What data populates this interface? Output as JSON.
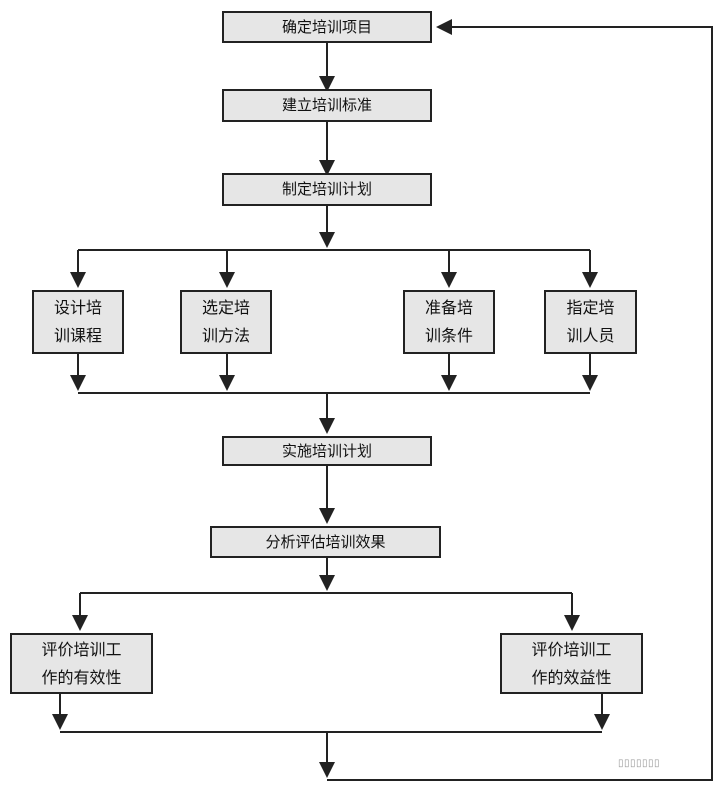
{
  "diagram": {
    "steps": {
      "confirm_project": "确定培训项目",
      "set_standard": "建立培训标准",
      "make_plan": "制定培训计划",
      "design_course": "设计培\n训课程",
      "select_method": "选定培\n训方法",
      "prepare_conditions": "准备培\n训条件",
      "assign_staff": "指定培\n训人员",
      "implement_plan": "实施培训计划",
      "analyze_effect": "分析评估培训效果",
      "evaluate_effectiveness": "评价培训工\n作的有效性",
      "evaluate_benefit": "评价培训工\n作的效益性"
    },
    "colors": {
      "box_fill": "#e6e6e6",
      "line": "#222222"
    },
    "watermark": "▯▯▯▯▯▯▯"
  }
}
